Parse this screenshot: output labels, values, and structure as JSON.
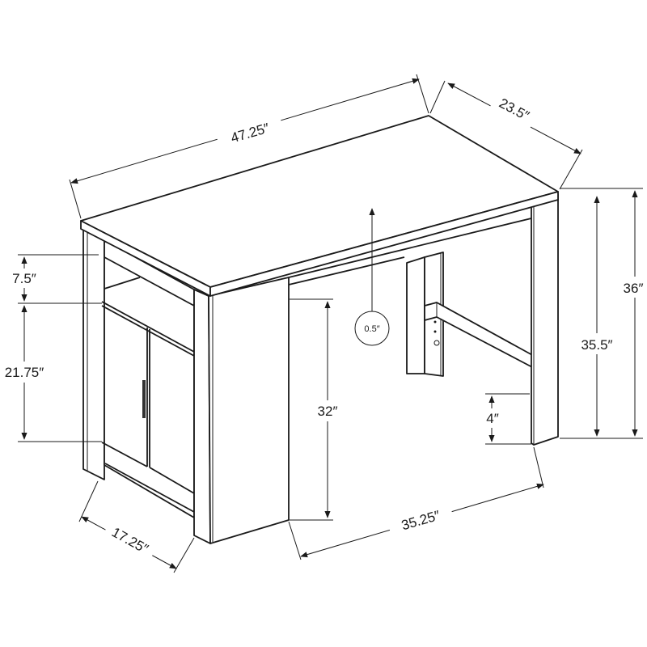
{
  "diagram": {
    "line_color": "#1a1a1a",
    "background": "#ffffff",
    "dimensions": {
      "width": "47.25″",
      "depth": "23.5″",
      "total_height": "36″",
      "leg_height": "35.5″",
      "shelf_opening": "7.5″",
      "cabinet_door_height": "21.75″",
      "knee_clearance_height": "32″",
      "top_thickness": "0.5″",
      "stretcher_height": "4″",
      "knee_clearance_width": "35.25″",
      "cabinet_depth": "17.25″"
    }
  }
}
